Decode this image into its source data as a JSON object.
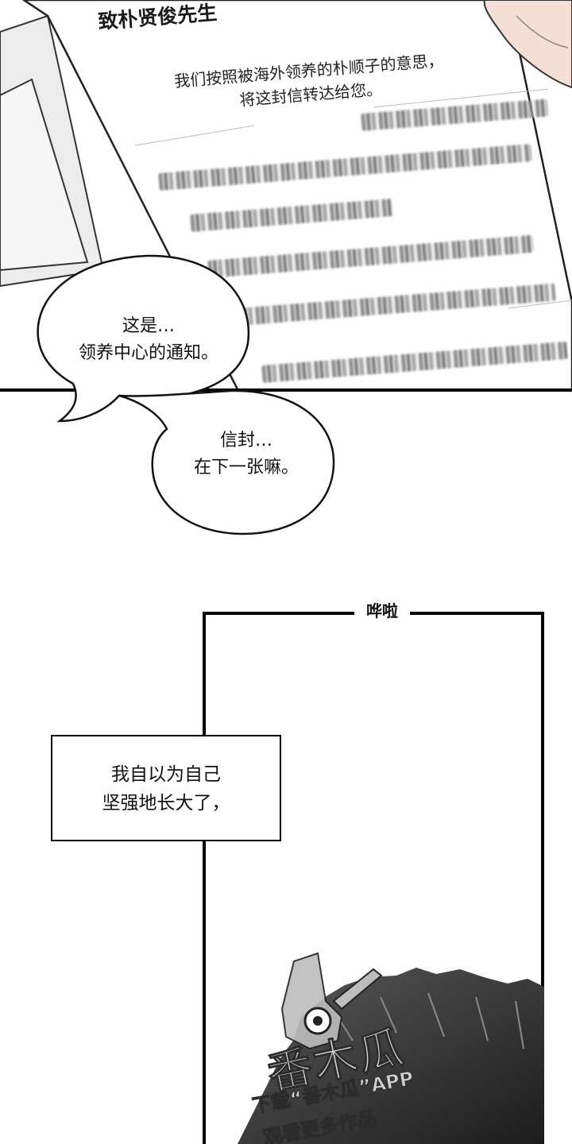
{
  "letter": {
    "title": "致朴贤俊先生",
    "body_line1": "我们按照被海外领养的朴顺子的意思，",
    "body_line2": "将这封信转达给您。"
  },
  "bubbles": [
    {
      "line1": "这是…",
      "line2": "领养中心的通知。"
    },
    {
      "line1": "信封…",
      "line2": "在下一张嘛。"
    }
  ],
  "sfx": "哗啦",
  "caption": {
    "line1": "我自以为自己",
    "line2": "坚强地长大了，"
  },
  "watermark": {
    "brand": "番木瓜",
    "line1": "下载“番木瓜”APP",
    "line2": "观看更多作品"
  }
}
